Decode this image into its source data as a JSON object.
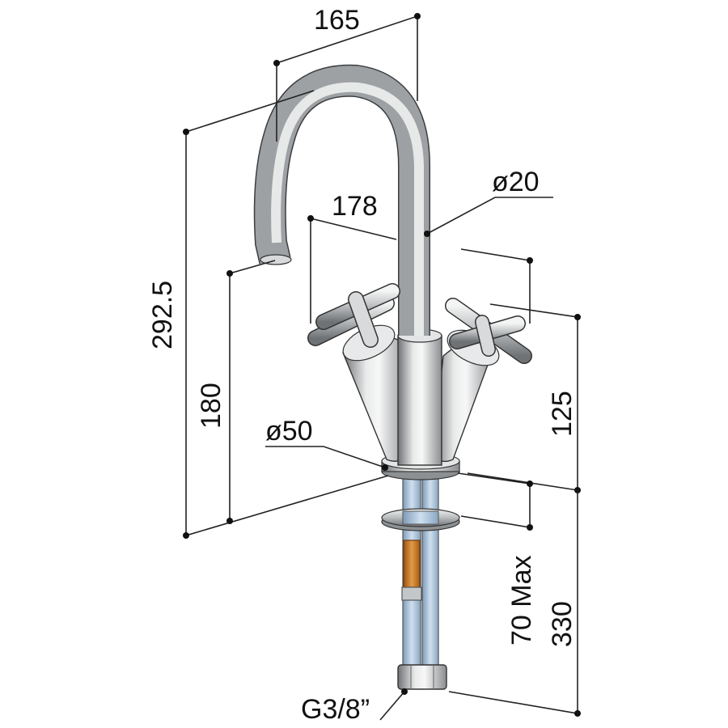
{
  "dimensions": {
    "spout_reach": "165",
    "total_height": "292.5",
    "handle_span": "178",
    "spout_diameter": "ø20",
    "spout_height": "180",
    "body_height": "125",
    "base_diameter": "ø50",
    "deck_thickness": "70 Max",
    "tail_length": "330",
    "thread": "G3/8”"
  },
  "colors": {
    "chrome_dark": "#6f7275",
    "chrome_mid": "#b9bcbe",
    "chrome_light": "#f3f4f4",
    "tail_blue": "#a9c3dc",
    "tail_orange": "#c97a23",
    "line": "#222222"
  }
}
